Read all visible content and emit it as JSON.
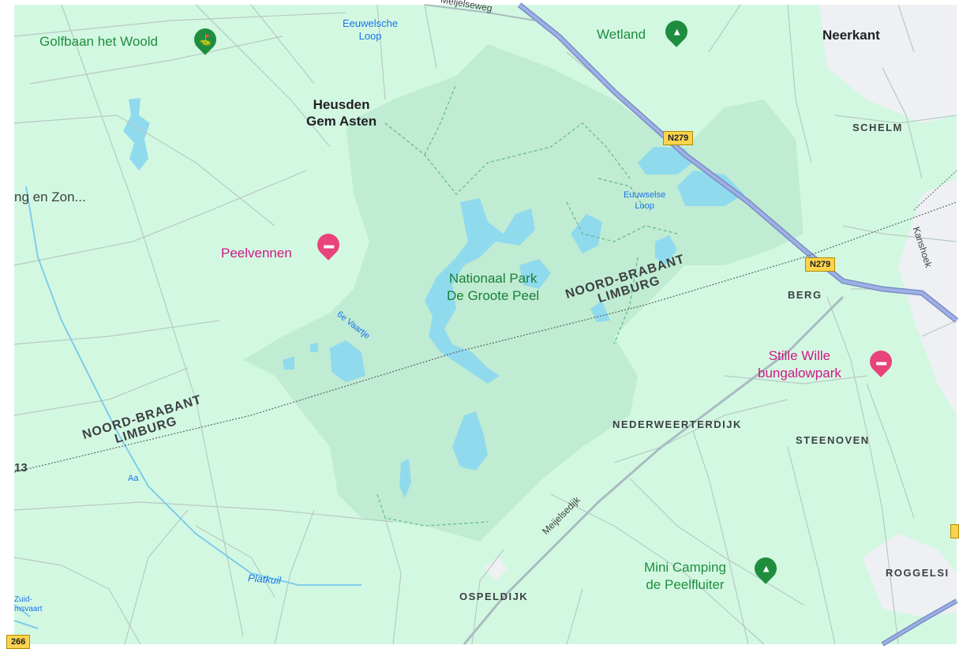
{
  "map": {
    "towns": {
      "heusden": "Heusden\nGem Asten",
      "neerkant": "Neerkant"
    },
    "localities": {
      "schelm": "SCHELM",
      "berg": "BERG",
      "nederweerterdijk": "NEDERWEERTERDIJK",
      "steenoven": "STEENOVEN",
      "ospeldijk": "OSPELDIJK",
      "roggelse": "ROGGELSI"
    },
    "pois": {
      "golfbaan": {
        "label": "Golfbaan het Woold",
        "icon": "golf-icon"
      },
      "wetland": {
        "label": "Wetland",
        "icon": "campsite-icon"
      },
      "peelvennen": {
        "label": "Peelvennen",
        "icon": "hotel-bed-icon"
      },
      "stille_wille": {
        "label": "Stille Wille\nbungalowpark",
        "icon": "hotel-bed-icon"
      },
      "mini_camping": {
        "label": "Mini Camping\nde Peelfluiter",
        "icon": "campsite-icon"
      },
      "zon_partial": "ng en Zon..."
    },
    "park": "Nationaal Park\nDe Groote Peel",
    "water": {
      "eeuwelsche_loop": "Eeuwelsche\nLoop",
      "eeuwselse_loop": "Euuwselse\nLoop",
      "vaartje": "6e Vaartje",
      "aa": "Aa",
      "platkuil": "Platkuil",
      "zuid_willemsvaart": "Zuid-\nmsvaart"
    },
    "roads": {
      "meijelseweg": "Meijelseweg",
      "meijelsedijk": "Meijelsedijk",
      "kanshoek": "Kanshoek",
      "n279_a": "N279",
      "n279_b": "N279",
      "r13": "13",
      "r66": "266"
    },
    "borders": {
      "center": "NOORD-BRABANT\nLIMBURG",
      "left": "NOORD-BRABANT\nLIMBURG"
    },
    "colors": {
      "land": "#d3f8e2",
      "park": "#c0ecd3",
      "water": "#90daee",
      "highway": "#8ca0d6",
      "town_area": "#eef0f4",
      "hotel": "#e8437a",
      "recreation": "#1e8e3e"
    }
  }
}
